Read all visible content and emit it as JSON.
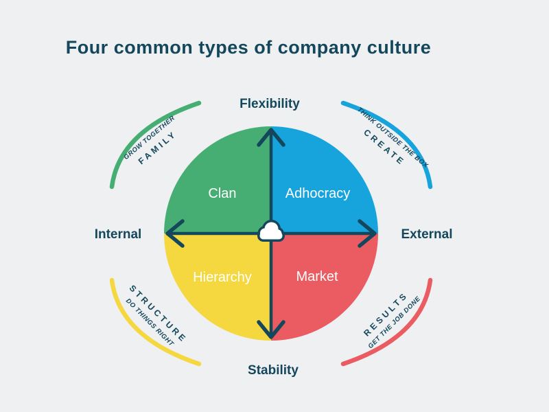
{
  "title": "Four common types of company culture",
  "axes": {
    "top": "Flexibility",
    "bottom": "Stability",
    "left": "Internal",
    "right": "External"
  },
  "quadrants": [
    {
      "label": "Clan",
      "note": "GROW TOGETHER",
      "tagline": "FAMILY",
      "color": "#47ae73"
    },
    {
      "label": "Adhocracy",
      "note": "THINK OUTSIDE THE BOX",
      "tagline": "CREATE",
      "color": "#17a3dc"
    },
    {
      "label": "Hierarchy",
      "note": "DO THINGS RIGHT",
      "tagline": "STRUCTURE",
      "color": "#f5d840"
    },
    {
      "label": "Market",
      "note": "GET THE JOB DONE",
      "tagline": "RESULTS",
      "color": "#ea5c61"
    }
  ],
  "colors": {
    "background": "#eef0f2",
    "ink": "#14475c",
    "quadrant_label_text": "#ffffff"
  },
  "icons": {
    "center": "cloud-icon"
  }
}
